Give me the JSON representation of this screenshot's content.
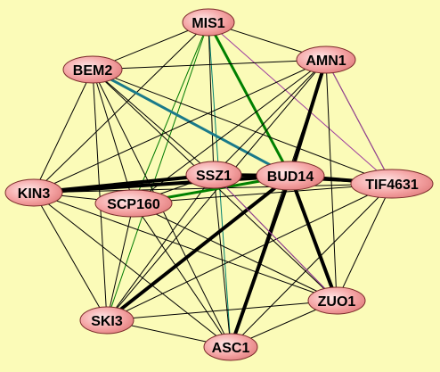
{
  "graph": {
    "background": "#fbfbb8",
    "node_fill": "#f4a3a3",
    "node_highlight": "#ffe8e8",
    "node_stroke": "#7a2a2a",
    "nodes": [
      {
        "id": "MIS1",
        "label": "MIS1"
      },
      {
        "id": "BEM2",
        "label": "BEM2"
      },
      {
        "id": "AMN1",
        "label": "AMN1"
      },
      {
        "id": "SSZ1",
        "label": "SSZ1"
      },
      {
        "id": "BUD14",
        "label": "BUD14"
      },
      {
        "id": "TIF4631",
        "label": "TIF4631"
      },
      {
        "id": "KIN3",
        "label": "KIN3"
      },
      {
        "id": "SCP160",
        "label": "SCP160"
      },
      {
        "id": "ZUO1",
        "label": "ZUO1"
      },
      {
        "id": "SKI3",
        "label": "SKI3"
      },
      {
        "id": "ASC1",
        "label": "ASC1"
      }
    ],
    "edges": [
      {
        "source": "MIS1",
        "target": "BEM2",
        "color": "#000000",
        "weight": "thin"
      },
      {
        "source": "MIS1",
        "target": "AMN1",
        "color": "#000000",
        "weight": "thin"
      },
      {
        "source": "MIS1",
        "target": "KIN3",
        "color": "#000000",
        "weight": "thin"
      },
      {
        "source": "MIS1",
        "target": "SCP160",
        "color": "#007a00",
        "weight": "thin"
      },
      {
        "source": "MIS1",
        "target": "SKI3",
        "color": "#007a00",
        "weight": "thin"
      },
      {
        "source": "MIS1",
        "target": "ASC1",
        "color": "#00806e",
        "weight": "thin"
      },
      {
        "source": "MIS1",
        "target": "BUD14",
        "color": "#008000",
        "weight": "medium"
      },
      {
        "source": "MIS1",
        "target": "SSZ1",
        "color": "#000000",
        "weight": "thin"
      },
      {
        "source": "MIS1",
        "target": "TIF4631",
        "color": "#a040a0",
        "weight": "thin"
      },
      {
        "source": "BEM2",
        "target": "AMN1",
        "color": "#000000",
        "weight": "thin"
      },
      {
        "source": "BEM2",
        "target": "BUD14",
        "color": "#1a7a8a",
        "weight": "medium"
      },
      {
        "source": "BEM2",
        "target": "KIN3",
        "color": "#000000",
        "weight": "thin"
      },
      {
        "source": "BEM2",
        "target": "SCP160",
        "color": "#000000",
        "weight": "thin"
      },
      {
        "source": "BEM2",
        "target": "SKI3",
        "color": "#000000",
        "weight": "thin"
      },
      {
        "source": "BEM2",
        "target": "ASC1",
        "color": "#000000",
        "weight": "thin"
      },
      {
        "source": "BEM2",
        "target": "ZUO1",
        "color": "#000000",
        "weight": "thin"
      },
      {
        "source": "BEM2",
        "target": "TIF4631",
        "color": "#000000",
        "weight": "thin"
      },
      {
        "source": "BEM2",
        "target": "SSZ1",
        "color": "#000000",
        "weight": "thin"
      },
      {
        "source": "AMN1",
        "target": "BUD14",
        "color": "#000000",
        "weight": "thick"
      },
      {
        "source": "AMN1",
        "target": "SSZ1",
        "color": "#000000",
        "weight": "thin"
      },
      {
        "source": "AMN1",
        "target": "KIN3",
        "color": "#000000",
        "weight": "thin"
      },
      {
        "source": "AMN1",
        "target": "SCP160",
        "color": "#000000",
        "weight": "thin"
      },
      {
        "source": "AMN1",
        "target": "TIF4631",
        "color": "#000000",
        "weight": "thin"
      },
      {
        "source": "AMN1",
        "target": "ZUO1",
        "color": "#000000",
        "weight": "thin"
      },
      {
        "source": "AMN1",
        "target": "SKI3",
        "color": "#000000",
        "weight": "thin"
      },
      {
        "source": "AMN1",
        "target": "ASC1",
        "color": "#000000",
        "weight": "thin"
      },
      {
        "source": "SSZ1",
        "target": "BUD14",
        "color": "#000000",
        "weight": "thick"
      },
      {
        "source": "SSZ1",
        "target": "KIN3",
        "color": "#000000",
        "weight": "thick"
      },
      {
        "source": "SSZ1",
        "target": "SCP160",
        "color": "#000000",
        "weight": "thin"
      },
      {
        "source": "SSZ1",
        "target": "TIF4631",
        "color": "#000000",
        "weight": "thin"
      },
      {
        "source": "SSZ1",
        "target": "ZUO1",
        "color": "#000000",
        "weight": "thin"
      },
      {
        "source": "SSZ1",
        "target": "SKI3",
        "color": "#000000",
        "weight": "thin"
      },
      {
        "source": "SSZ1",
        "target": "ASC1",
        "color": "#000000",
        "weight": "thin"
      },
      {
        "source": "BUD14",
        "target": "KIN3",
        "color": "#000000",
        "weight": "thick"
      },
      {
        "source": "BUD14",
        "target": "SCP160",
        "color": "#008000",
        "weight": "medium"
      },
      {
        "source": "BUD14",
        "target": "TIF4631",
        "color": "#000000",
        "weight": "thick"
      },
      {
        "source": "BUD14",
        "target": "ZUO1",
        "color": "#000000",
        "weight": "thick"
      },
      {
        "source": "BUD14",
        "target": "SKI3",
        "color": "#000000",
        "weight": "thick"
      },
      {
        "source": "BUD14",
        "target": "ASC1",
        "color": "#000000",
        "weight": "thick"
      },
      {
        "source": "TIF4631",
        "target": "KIN3",
        "color": "#000000",
        "weight": "thin"
      },
      {
        "source": "TIF4631",
        "target": "SCP160",
        "color": "#000000",
        "weight": "thin"
      },
      {
        "source": "TIF4631",
        "target": "ZUO1",
        "color": "#000000",
        "weight": "thin"
      },
      {
        "source": "TIF4631",
        "target": "SKI3",
        "color": "#000000",
        "weight": "thin"
      },
      {
        "source": "TIF4631",
        "target": "ASC1",
        "color": "#000000",
        "weight": "thin"
      },
      {
        "source": "KIN3",
        "target": "SCP160",
        "color": "#000000",
        "weight": "thin"
      },
      {
        "source": "KIN3",
        "target": "SKI3",
        "color": "#000000",
        "weight": "thin"
      },
      {
        "source": "KIN3",
        "target": "ASC1",
        "color": "#000000",
        "weight": "thin"
      },
      {
        "source": "KIN3",
        "target": "ZUO1",
        "color": "#000000",
        "weight": "thin"
      },
      {
        "source": "SCP160",
        "target": "SKI3",
        "color": "#000000",
        "weight": "thin"
      },
      {
        "source": "SCP160",
        "target": "ASC1",
        "color": "#000000",
        "weight": "thin"
      },
      {
        "source": "SCP160",
        "target": "ZUO1",
        "color": "#000000",
        "weight": "thin"
      },
      {
        "source": "ZUO1",
        "target": "SKI3",
        "color": "#000000",
        "weight": "thin"
      },
      {
        "source": "ZUO1",
        "target": "ASC1",
        "color": "#000000",
        "weight": "thin"
      },
      {
        "source": "SKI3",
        "target": "ASC1",
        "color": "#000000",
        "weight": "thin"
      },
      {
        "source": "SSZ1",
        "target": "ZUO1",
        "color": "#a040a0",
        "weight": "thin"
      },
      {
        "source": "AMN1",
        "target": "TIF4631",
        "color": "#a040a0",
        "weight": "thin"
      }
    ]
  }
}
